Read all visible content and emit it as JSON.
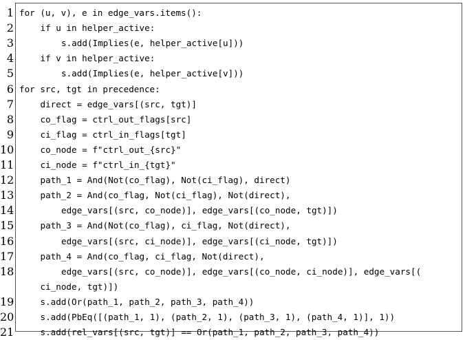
{
  "lines": [
    {
      "no": "1",
      "indent": 0,
      "text": "for (u, v), e in edge_vars.items():"
    },
    {
      "no": "2",
      "indent": 1,
      "text": "if u in helper_active:"
    },
    {
      "no": "3",
      "indent": 2,
      "text": "s.add(Implies(e, helper_active[u]))"
    },
    {
      "no": "4",
      "indent": 1,
      "text": "if v in helper_active:"
    },
    {
      "no": "5",
      "indent": 2,
      "text": "s.add(Implies(e, helper_active[v]))"
    },
    {
      "no": "6",
      "indent": 0,
      "text": "for src, tgt in precedence:"
    },
    {
      "no": "7",
      "indent": 1,
      "text": "direct = edge_vars[(src, tgt)]"
    },
    {
      "no": "8",
      "indent": 1,
      "text": "co_flag = ctrl_out_flags[src]"
    },
    {
      "no": "9",
      "indent": 1,
      "text": "ci_flag = ctrl_in_flags[tgt]"
    },
    {
      "no": "10",
      "indent": 1,
      "text": "co_node = f\"ctrl_out_{src}\""
    },
    {
      "no": "11",
      "indent": 1,
      "text": "ci_node = f\"ctrl_in_{tgt}\""
    },
    {
      "no": "12",
      "indent": 1,
      "text": "path_1 = And(Not(co_flag), Not(ci_flag), direct)"
    },
    {
      "no": "13",
      "indent": 1,
      "text": "path_2 = And(co_flag, Not(ci_flag), Not(direct),"
    },
    {
      "no": "14",
      "indent": 2,
      "text": "edge_vars[(src, co_node)], edge_vars[(co_node, tgt)])"
    },
    {
      "no": "15",
      "indent": 1,
      "text": "path_3 = And(Not(co_flag), ci_flag, Not(direct),"
    },
    {
      "no": "16",
      "indent": 2,
      "text": "edge_vars[(src, ci_node)], edge_vars[(ci_node, tgt)])"
    },
    {
      "no": "17",
      "indent": 1,
      "text": "path_4 = And(co_flag, ci_flag, Not(direct),"
    },
    {
      "no": "18",
      "indent": 2,
      "text": "edge_vars[(src, co_node)], edge_vars[(co_node, ci_node)], edge_vars[("
    },
    {
      "no": "",
      "indent": 1,
      "text": "ci_node, tgt)])"
    },
    {
      "no": "19",
      "indent": 1,
      "text": "s.add(Or(path_1, path_2, path_3, path_4))"
    },
    {
      "no": "20",
      "indent": 1,
      "text": "s.add(PbEq([(path_1, 1), (path_2, 1), (path_3, 1), (path_4, 1)], 1))"
    },
    {
      "no": "21",
      "indent": 1,
      "text": "s.add(rel_vars[(src, tgt)] == Or(path_1, path_2, path_3, path_4))"
    }
  ]
}
